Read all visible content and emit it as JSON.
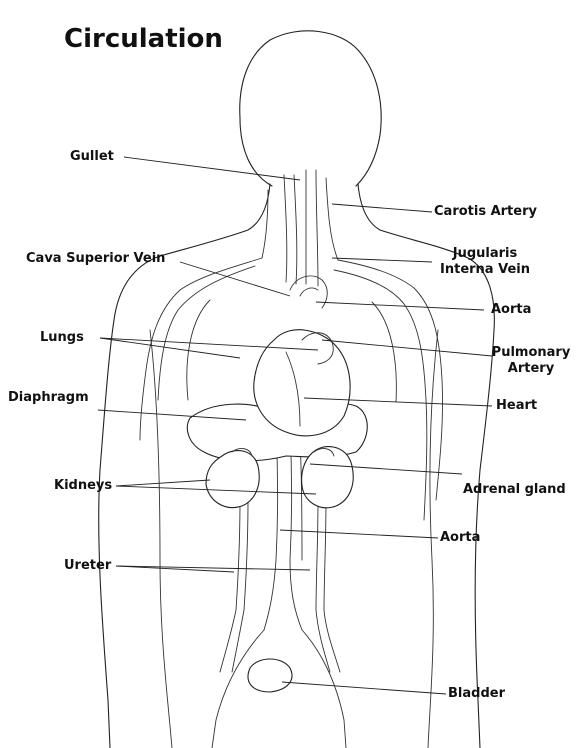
{
  "title": "Circulation",
  "labels": {
    "gullet": "Gullet",
    "carotis_artery": "Carotis Artery",
    "cava_superior_vein": "Cava Superior Vein",
    "jugularis_line1": "Jugularis",
    "jugularis_line2": "Interna Vein",
    "aorta_upper": "Aorta",
    "lungs": "Lungs",
    "pulmonary_line1": "Pulmonary",
    "pulmonary_line2": "Artery",
    "diaphragm": "Diaphragm",
    "heart": "Heart",
    "kidneys": "Kidneys",
    "adrenal_gland": "Adrenal gland",
    "aorta_lower": "Aorta",
    "ureter": "Ureter",
    "bladder": "Bladder"
  }
}
